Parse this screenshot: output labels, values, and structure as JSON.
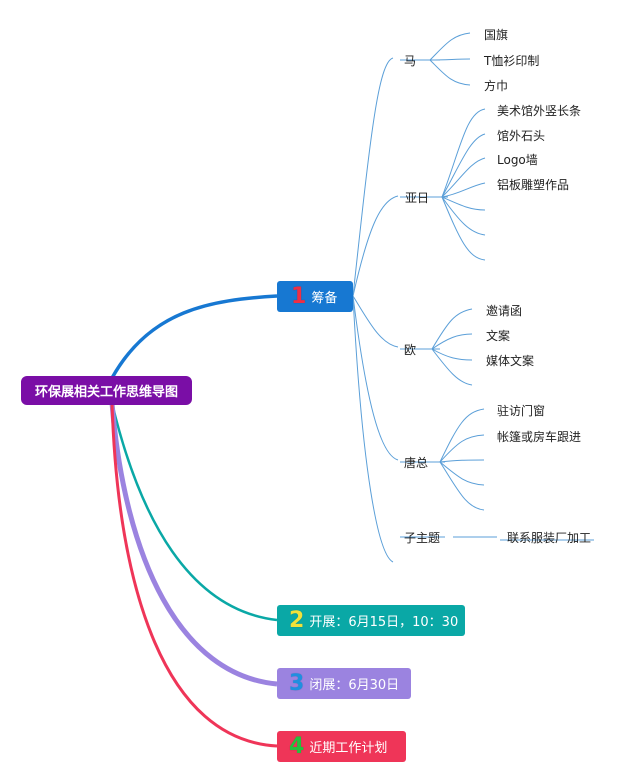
{
  "root": {
    "label": "环保展相关工作思维导图"
  },
  "branches": [
    {
      "num": "1",
      "label": "筹备"
    },
    {
      "num": "2",
      "label": "开展：6月15日，10：30"
    },
    {
      "num": "3",
      "label": "闭展：6月30日"
    },
    {
      "num": "4",
      "label": "近期工作计划"
    }
  ],
  "topics": [
    {
      "label": "马",
      "children": [
        "国旗",
        "T恤衫印制",
        "方巾"
      ]
    },
    {
      "label": "亚日",
      "children": [
        "美术馆外竖长条",
        "馆外石头",
        "Logo墙",
        "铝板雕塑作品",
        "",
        "",
        ""
      ]
    },
    {
      "label": "欧",
      "children": [
        "邀请函",
        "文案",
        "媒体文案"
      ]
    },
    {
      "label": "唐总",
      "children": [
        "驻访门窗",
        "帐篷或房车跟进",
        "",
        "",
        ""
      ]
    },
    {
      "label": "子主题",
      "children": [
        "联系服装厂加工"
      ]
    }
  ],
  "colors": {
    "root": "#7a0ea6",
    "branch1": "#1778d2",
    "branch2": "#0aa8a6",
    "branch3": "#9b83e0",
    "branch4": "#ef3558",
    "thin_links": "#5b9fd8"
  }
}
